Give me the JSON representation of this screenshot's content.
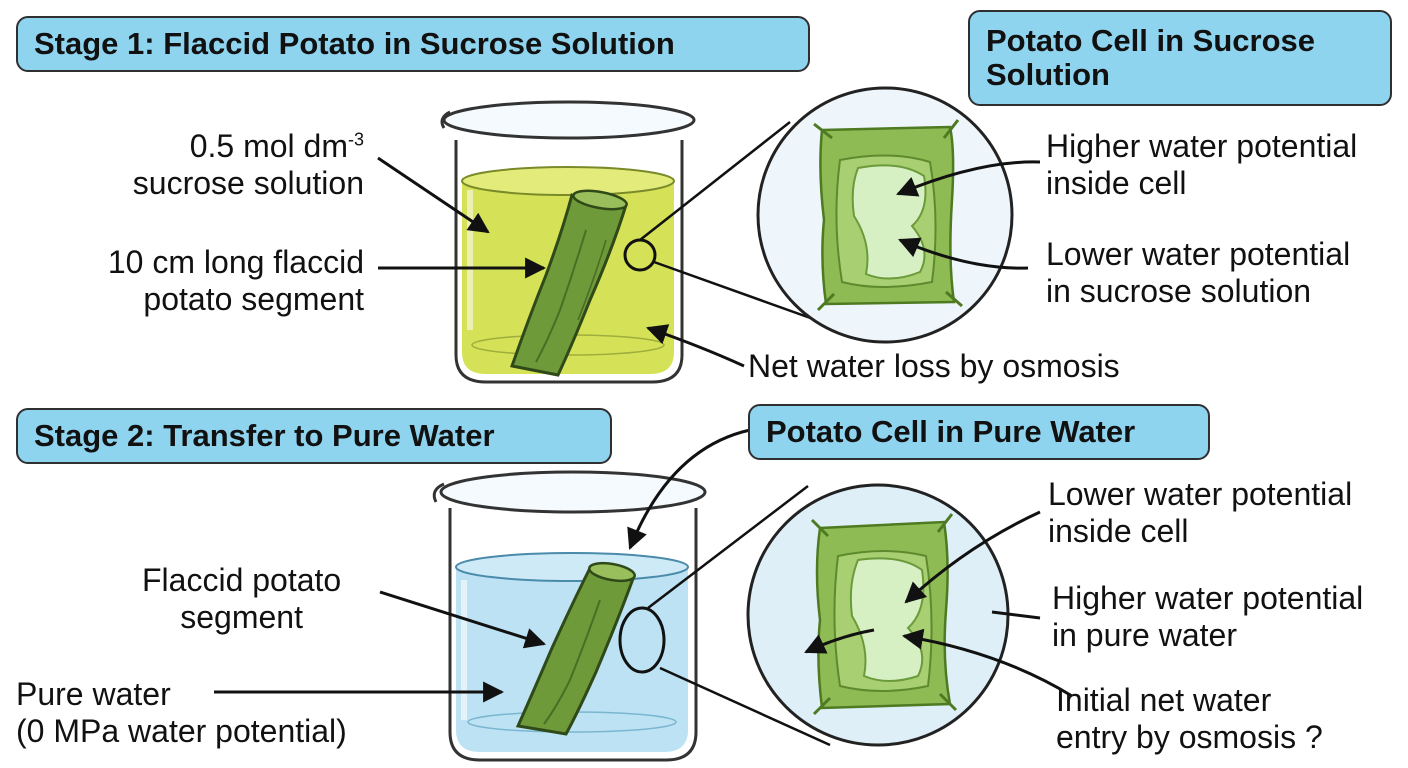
{
  "titles": {
    "stage1": "Stage 1: Flaccid Potato in Sucrose Solution",
    "stage2": "Stage 2: Transfer to Pure Water",
    "cell1": "Potato Cell in Sucrose Solution",
    "cell2": "Potato Cell in Pure Water"
  },
  "stage1": {
    "solution_line1": "0.5 mol dm",
    "solution_exp": "-3",
    "solution_line2": "sucrose solution",
    "segment_line1": "10 cm long flaccid",
    "segment_line2": "potato segment",
    "net_loss": "Net water loss by osmosis"
  },
  "cell1": {
    "higher_line1": "Higher water potential",
    "higher_line2": "inside cell",
    "lower_line1": "Lower water potential",
    "lower_line2": "in sucrose solution"
  },
  "stage2": {
    "segment_line1": "Flaccid potato",
    "segment_line2": "segment",
    "water_line1": "Pure water",
    "water_line2": "(0 MPa water potential)"
  },
  "cell2": {
    "lower_line1": "Lower water potential",
    "lower_line2": "inside cell",
    "higher_line1": "Higher water potential",
    "higher_line2": "in pure water",
    "entry_line1": "Initial net water",
    "entry_line2": "entry by osmosis ?"
  },
  "colors": {
    "sucrose": "#d3e04e",
    "water": "#b8e0f2",
    "potato": "#6f9a3a",
    "title_box": "#8fd4ef",
    "cell_wall": "#8fbb55",
    "vacuole": "#d6f0c4"
  }
}
